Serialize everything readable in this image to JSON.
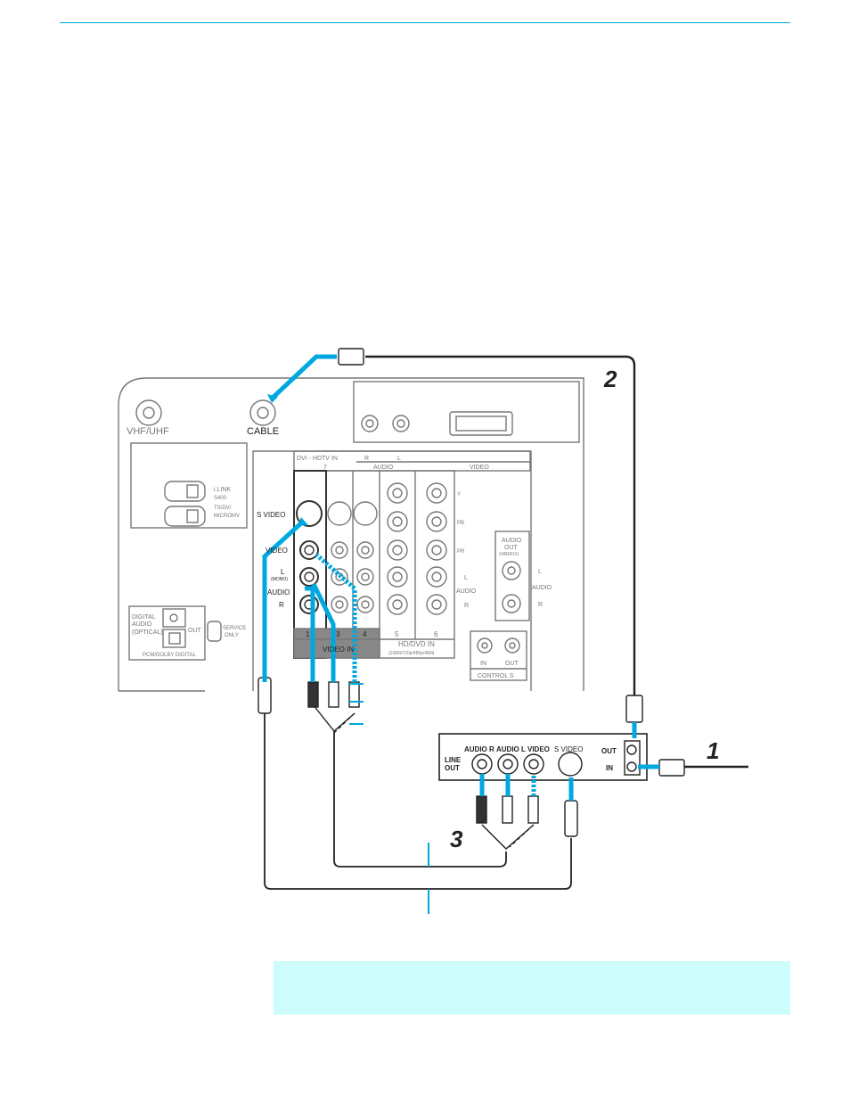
{
  "tv_panel": {
    "vhf_uhf_label": "VHF/UHF",
    "cable_label": "CABLE",
    "ilink_label_1": "i.LINK",
    "ilink_label_2": "S400",
    "ilink_label_3": "TS/DV/",
    "ilink_label_4": "MICROMV",
    "digital_audio_1": "DIGITAL",
    "digital_audio_2": "AUDIO",
    "digital_audio_3": "(OPTICAL)",
    "digital_out": "OUT",
    "pcm_label": "PCM/DOLBY DIGITAL",
    "service_1": "SERVICE",
    "service_2": "ONLY",
    "dvi_label": "DVI - HDTV  IN",
    "dvi_num": "7",
    "audio_r": "R",
    "audio_l": "L",
    "audio_label": "AUDIO",
    "video_label": "VIDEO",
    "s_video_row": "S VIDEO",
    "video_row": "VIDEO",
    "l_row": "L",
    "mono_row": "(MONO)",
    "audio_row": "AUDIO",
    "r_row": "R",
    "col_1": "1",
    "col_3": "3",
    "col_4": "4",
    "col_5": "5",
    "col_6": "6",
    "video_in": "VIDEO IN",
    "hd_dvd_in": "HD/DVD IN",
    "hd_formats": "(1080i/720p/480p/480i)",
    "y_label": "Y",
    "pb_label": "PB",
    "pr_label": "PR",
    "hd_l": "L",
    "hd_audio": "AUDIO",
    "hd_r": "R",
    "audio_out_1": "AUDIO",
    "audio_out_2": "OUT",
    "audio_out_3": "(VAR/FIX)",
    "audio_out_l": "L",
    "audio_out_audio": "AUDIO",
    "audio_out_r": "R",
    "control_in": "IN",
    "control_out": "OUT",
    "control_s": "CONTROL S"
  },
  "device": {
    "line_out_1": "LINE",
    "line_out_2": "OUT",
    "audio_r": "AUDIO R",
    "audio_l": "AUDIO L",
    "video": "VIDEO",
    "s_video": "S VIDEO",
    "out": "OUT",
    "in": "IN"
  },
  "steps": {
    "step1": "1",
    "step2": "2",
    "step3": "3"
  },
  "colors": {
    "accent_blue": "#00a8e0",
    "note_bg": "#ccfcfc",
    "panel_gray": "#777777"
  }
}
